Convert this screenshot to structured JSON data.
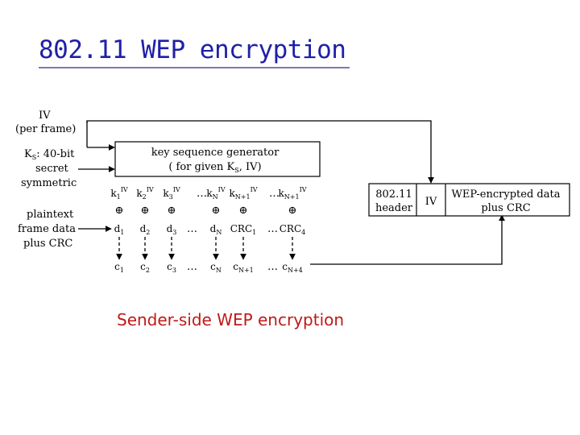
{
  "title": "802.11 WEP encryption",
  "caption": "Sender-side WEP encryption",
  "colors": {
    "title": "#1f1fa8",
    "caption": "#c01818",
    "lines": "#000000"
  },
  "inputs": {
    "iv_line1": "IV",
    "iv_line2": "(per frame)",
    "ks_line1": "K",
    "ks_sub": "S",
    "ks_line1_rest": ": 40-bit",
    "ks_line2": "secret",
    "ks_line3": "symmetric",
    "pt_line1": "plaintext",
    "pt_line2": "frame data",
    "pt_line3": "plus CRC"
  },
  "generator": {
    "line1": "key sequence generator",
    "line2_pre": "( for given K",
    "line2_sub": "S",
    "line2_post": ", IV)"
  },
  "key_row": [
    {
      "base": "k",
      "sub": "1",
      "sup": "IV"
    },
    {
      "base": "k",
      "sub": "2",
      "sup": "IV"
    },
    {
      "base": "k",
      "sub": "3",
      "sup": "IV"
    },
    {
      "base": "k",
      "sub": "N",
      "sup": "IV"
    },
    {
      "base": "k",
      "sub": "N+1",
      "sup": "IV"
    },
    {
      "base": "k",
      "sub": "N+1",
      "sup": "IV"
    }
  ],
  "data_row": [
    {
      "base": "d",
      "sub": "1"
    },
    {
      "base": "d",
      "sub": "2"
    },
    {
      "base": "d",
      "sub": "3"
    },
    {
      "base": "d",
      "sub": "N"
    },
    {
      "base": "CRC",
      "sub": "1"
    },
    {
      "base": "CRC",
      "sub": "4"
    }
  ],
  "cipher_row": [
    {
      "base": "c",
      "sub": "1"
    },
    {
      "base": "c",
      "sub": "2"
    },
    {
      "base": "c",
      "sub": "3"
    },
    {
      "base": "c",
      "sub": "N"
    },
    {
      "base": "c",
      "sub": "N+1"
    },
    {
      "base": "c",
      "sub": "N+4"
    }
  ],
  "ellipsis": "…",
  "xor_symbol": "⊕",
  "frame": {
    "header_line1": "802.11",
    "header_line2": "header",
    "iv": "IV",
    "payload_line1": "WEP-encrypted data",
    "payload_line2": "plus CRC"
  }
}
